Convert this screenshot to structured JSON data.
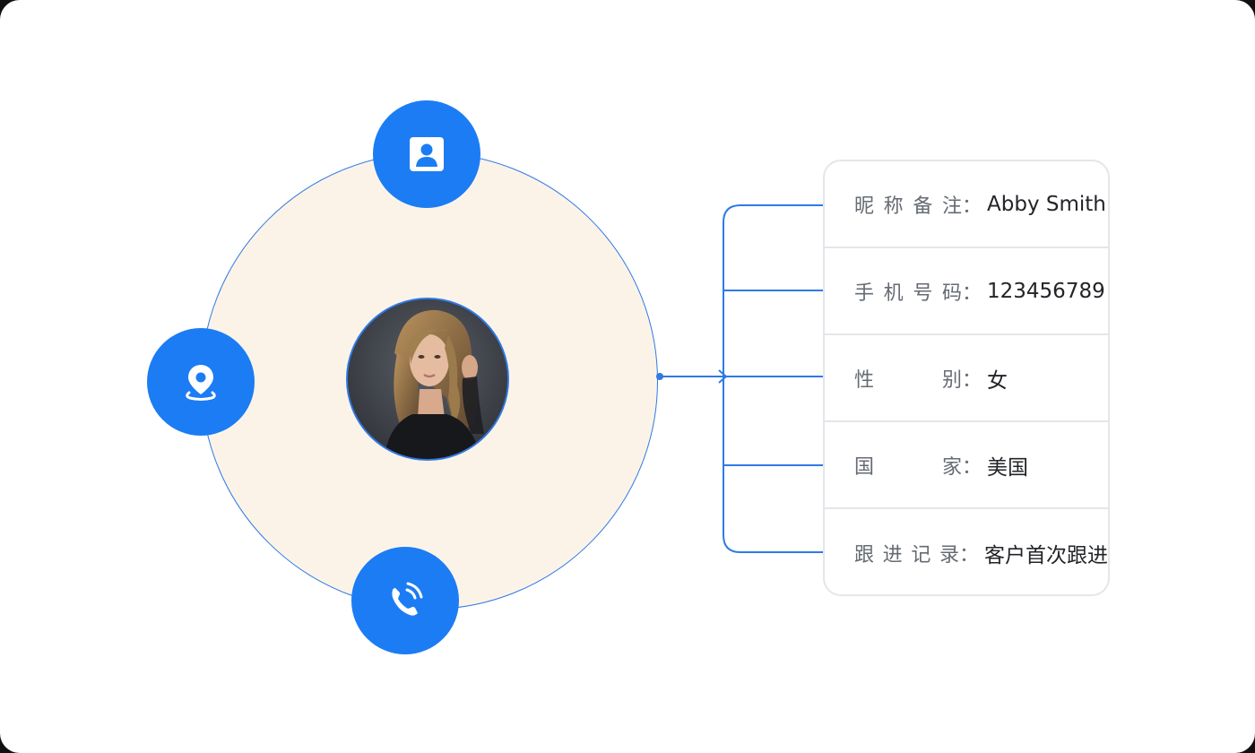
{
  "profile": {
    "photo_alt": "contact photo",
    "orbit_icons": [
      "contact-card-icon",
      "location-pin-icon",
      "phone-call-icon"
    ]
  },
  "info_card": {
    "colon": "：",
    "rows": [
      {
        "label": "昵称备注",
        "value": "Abby Smith"
      },
      {
        "label": "手机号码",
        "value": "123456789"
      },
      {
        "label": "性别",
        "value": "女"
      },
      {
        "label": "国家",
        "value": "美国"
      },
      {
        "label": "跟进记录",
        "value": "客户首次跟进"
      }
    ]
  },
  "colors": {
    "accent": "#1c7cf4",
    "orbit_fill": "#fcf3e8",
    "line": "#2f7ae5",
    "card_border": "#e3e6ea"
  }
}
